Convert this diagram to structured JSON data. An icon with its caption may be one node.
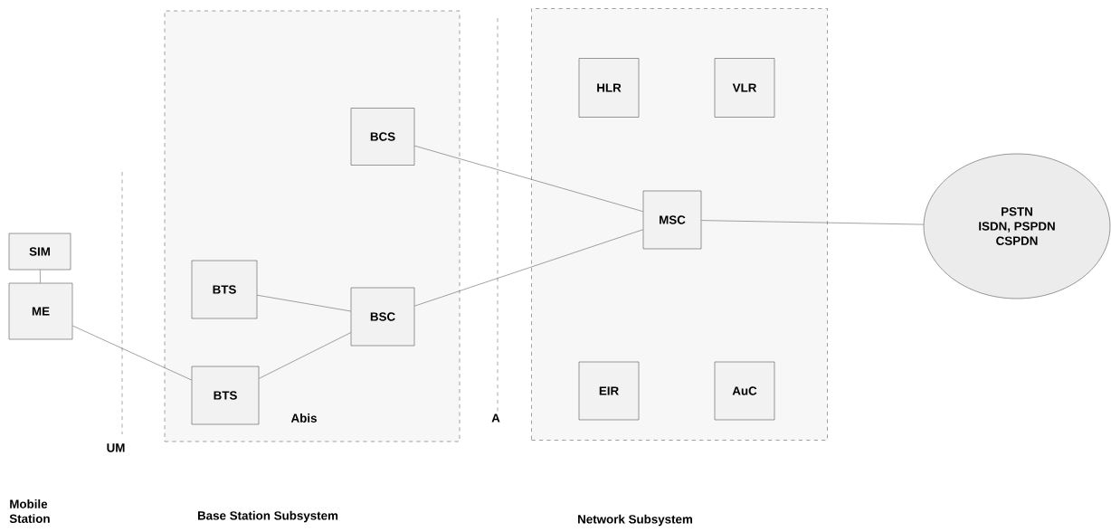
{
  "diagram": {
    "nodes": [
      {
        "text": [],
        "shape": "box"
      },
      {
        "text": [],
        "shape": "box"
      },
      {
        "text": [
          "SIM"
        ]
      },
      {
        "text": [
          "ME"
        ]
      },
      {
        "text": [
          "BTS"
        ],
        "in": 0
      },
      {
        "text": [
          "BTS"
        ],
        "in": 0
      },
      {
        "text": [
          "BSC"
        ],
        "in": 0
      },
      {
        "text": [
          "BCS"
        ],
        "in": 0
      },
      {
        "text": [
          "HLR"
        ],
        "in": 1
      },
      {
        "text": [
          "VLR"
        ],
        "in": 1
      },
      {
        "text": [
          "MSC"
        ],
        "in": 1
      },
      {
        "text": [
          "EIR"
        ],
        "in": 1
      },
      {
        "text": [
          "AuC"
        ],
        "in": 1
      },
      {
        "text": [
          "PSTN",
          "ISDN, PSPDN",
          "CSPDN"
        ]
      }
    ],
    "edges": [
      {
        "from": 2,
        "to": 3,
        "arrow": "none"
      },
      {
        "from": 3,
        "to": 5,
        "arrow": "none"
      },
      {
        "from": 4,
        "to": 6,
        "arrow": "none"
      },
      {
        "from": 5,
        "to": 6,
        "arrow": "none"
      },
      {
        "from": 7,
        "to": 10,
        "arrow": "none"
      },
      {
        "from": 6,
        "to": 10,
        "arrow": "none"
      },
      {
        "from": 10,
        "to": 13,
        "arrow": "none"
      }
    ],
    "labels": [
      "UM",
      "Abis",
      "A",
      "Mobile Station",
      "Base Station Subsystem",
      "Network Subsystem"
    ]
  }
}
